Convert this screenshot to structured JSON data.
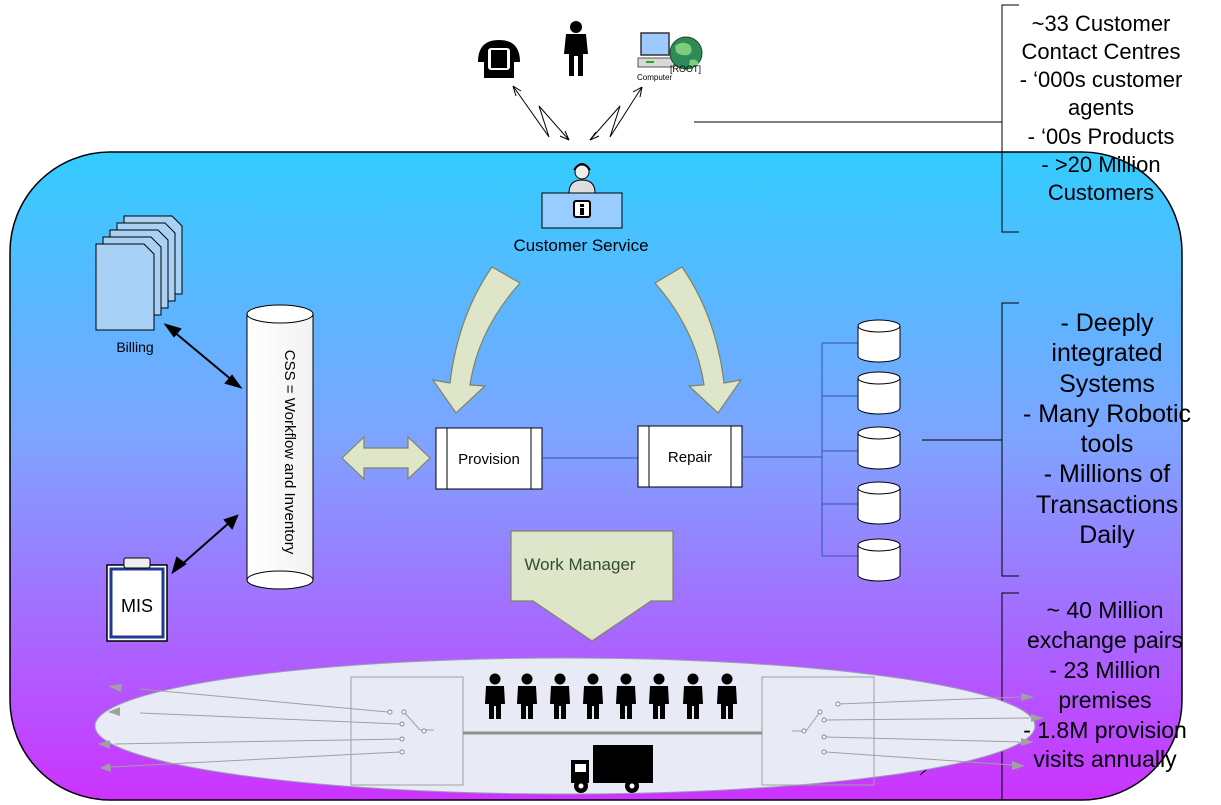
{
  "labels": {
    "customer_service": "Customer Service",
    "billing": "Billing",
    "mis": "MIS",
    "css_cylinder": "CSS = Workflow and Inventory",
    "provision": "Provision",
    "repair": "Repair",
    "work_manager": "Work Manager",
    "computer": "Computer",
    "root": "[ROOT]"
  },
  "notes": {
    "contact_centres": [
      "~33 Customer",
      "Contact Centres",
      "- ‘000s customer",
      "agents",
      "- ‘00s Products",
      "- >20 Million",
      "Customers"
    ],
    "systems": [
      "-  Deeply",
      "integrated",
      "Systems",
      "- Many Robotic",
      "tools",
      "- Millions of",
      "Transactions",
      "Daily"
    ],
    "network": [
      "~ 40 Million",
      "exchange pairs",
      "- 23 Million",
      "premises",
      "- 1.8M provision",
      "visits annually"
    ]
  },
  "colors": {
    "panel_top": "#33ccff",
    "panel_bottom": "#cc33ff",
    "arrow_fill": "#dfe5c8",
    "arrow_stroke": "#7d8560",
    "work_manager_fill": "#dfe5c8",
    "work_manager_text": "#2f4f2f",
    "ellipse_fill": "#e8eaf6",
    "document_fill": "#a9d0f5",
    "info_desk_fill": "#99ccff"
  },
  "icons": [
    "telephone-icon",
    "person-icon",
    "computer-globe-icon",
    "agent-icon",
    "documents-icon",
    "clipboard-icon",
    "database-icon",
    "worker-icon",
    "truck-icon",
    "switch-icon"
  ]
}
